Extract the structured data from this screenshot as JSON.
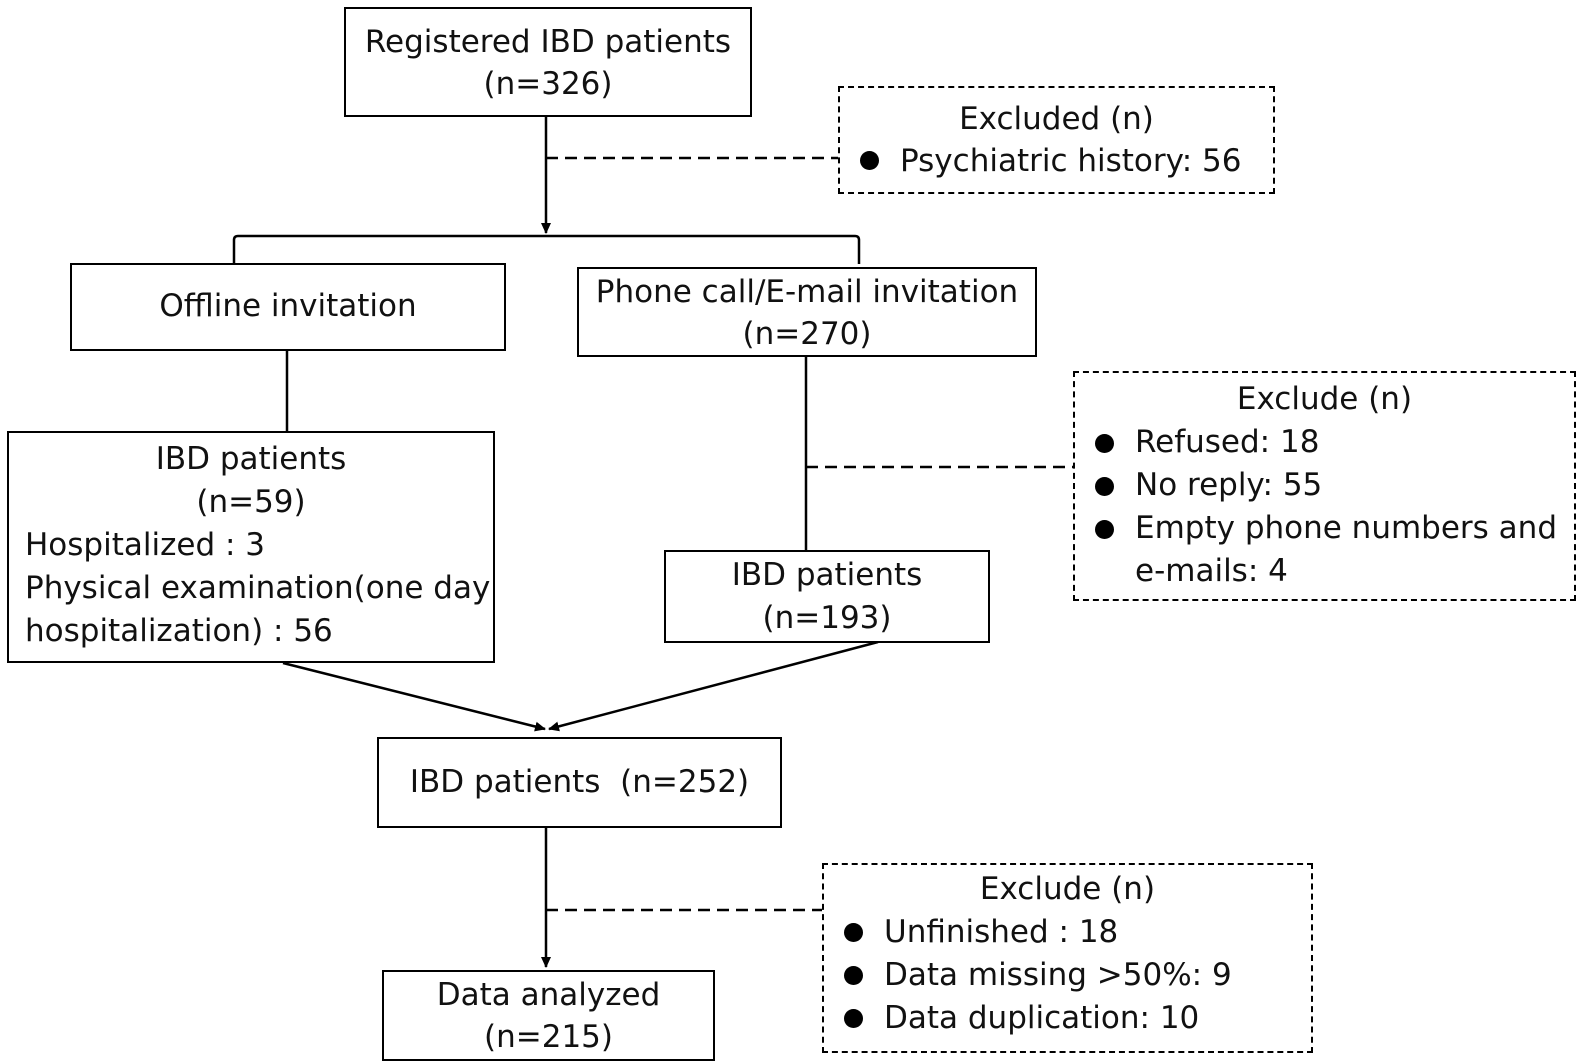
{
  "registered": {
    "title": "Registered IBD patients",
    "count": "(n=326)"
  },
  "exclusion_1": {
    "header": "Excluded (n)",
    "items": [
      "Psychiatric  history: 56"
    ]
  },
  "offline": {
    "title": "Offline invitation"
  },
  "phone": {
    "title": "Phone call/E-mail invitation",
    "count": "(n=270)"
  },
  "offline_patients": {
    "title": "IBD patients",
    "count": "(n=59)",
    "lines": [
      "Hospitalized : 3",
      "Physical examination(one day",
      "hospitalization) : 56"
    ]
  },
  "exclusion_2": {
    "header": "Exclude (n)",
    "items": [
      "Refused: 18",
      "No reply: 55",
      "Empty phone numbers and"
    ],
    "continuation": "e-mails: 4"
  },
  "phone_patients": {
    "title": "IBD patients",
    "count": "(n=193)"
  },
  "merged": {
    "title": "IBD patients  (n=252)"
  },
  "exclusion_3": {
    "header": "Exclude (n)",
    "items": [
      "Unfinished : 18",
      "Data missing >50%: 9",
      "Data duplication: 10"
    ]
  },
  "analyzed": {
    "title": "Data analyzed",
    "count": "(n=215)"
  }
}
